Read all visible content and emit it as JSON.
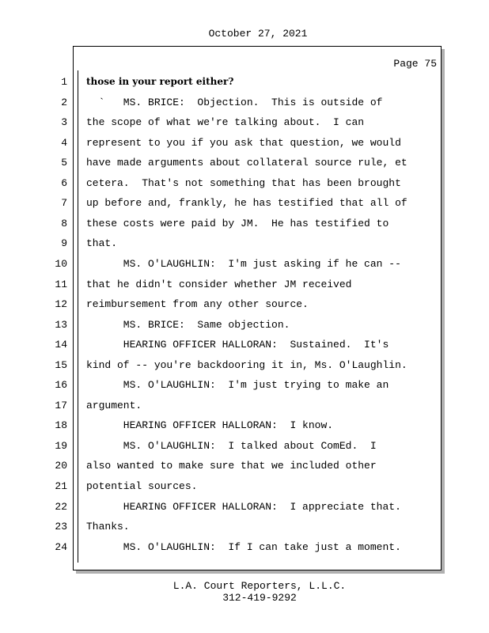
{
  "header": {
    "date": "October 27, 2021"
  },
  "page_label": "Page 75",
  "lines": [
    {
      "n": "1",
      "text": "those in your report either?",
      "bold": true
    },
    {
      "n": "2",
      "text": "  `   MS. BRICE:  Objection.  This is outside of"
    },
    {
      "n": "3",
      "text": "the scope of what we're talking about.  I can"
    },
    {
      "n": "4",
      "text": "represent to you if you ask that question, we would"
    },
    {
      "n": "5",
      "text": "have made arguments about collateral source rule, et"
    },
    {
      "n": "6",
      "text": "cetera.  That's not something that has been brought"
    },
    {
      "n": "7",
      "text": "up before and, frankly, he has testified that all of"
    },
    {
      "n": "8",
      "text": "these costs were paid by JM.  He has testified to"
    },
    {
      "n": "9",
      "text": "that."
    },
    {
      "n": "10",
      "text": "      MS. O'LAUGHLIN:  I'm just asking if he can --"
    },
    {
      "n": "11",
      "text": "that he didn't consider whether JM received"
    },
    {
      "n": "12",
      "text": "reimbursement from any other source."
    },
    {
      "n": "13",
      "text": "      MS. BRICE:  Same objection."
    },
    {
      "n": "14",
      "text": "      HEARING OFFICER HALLORAN:  Sustained.  It's"
    },
    {
      "n": "15",
      "text": "kind of -- you're backdooring it in, Ms. O'Laughlin."
    },
    {
      "n": "16",
      "text": "      MS. O'LAUGHLIN:  I'm just trying to make an"
    },
    {
      "n": "17",
      "text": "argument."
    },
    {
      "n": "18",
      "text": "      HEARING OFFICER HALLORAN:  I know."
    },
    {
      "n": "19",
      "text": "      MS. O'LAUGHLIN:  I talked about ComEd.  I"
    },
    {
      "n": "20",
      "text": "also wanted to make sure that we included other"
    },
    {
      "n": "21",
      "text": "potential sources."
    },
    {
      "n": "22",
      "text": "      HEARING OFFICER HALLORAN:  I appreciate that."
    },
    {
      "n": "23",
      "text": "Thanks."
    },
    {
      "n": "24",
      "text": "      MS. O'LAUGHLIN:  If I can take just a moment."
    }
  ],
  "footer": {
    "company": "L.A. Court Reporters, L.L.C.",
    "phone": "312-419-9292"
  }
}
